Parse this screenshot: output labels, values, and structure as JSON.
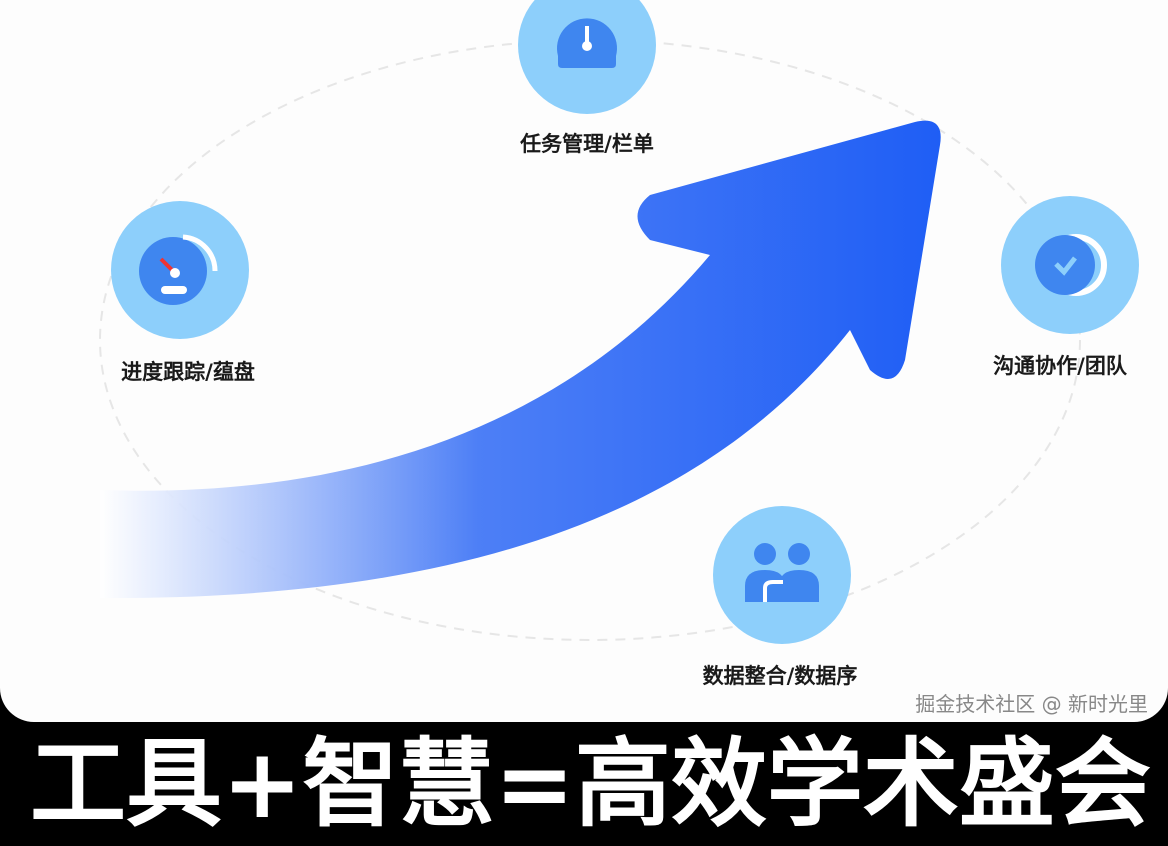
{
  "nodes": [
    {
      "label": "任务管理/栏单",
      "icon": "speedometer-icon"
    },
    {
      "label": "进度跟踪/蕴盘",
      "icon": "gauge-icon"
    },
    {
      "label": "沟通协作/团队",
      "icon": "check-badge-icon"
    },
    {
      "label": "数据整合/数据序",
      "icon": "users-icon"
    }
  ],
  "slogan": "工具+智慧=高效学术盛会",
  "watermark": "掘金技术社区 @ 新时光里",
  "colors": {
    "arrow": "#1f5ef5",
    "node_ring": "#8dcffb",
    "node_inner": "#3f86ef",
    "bottom_bar": "#000000"
  }
}
